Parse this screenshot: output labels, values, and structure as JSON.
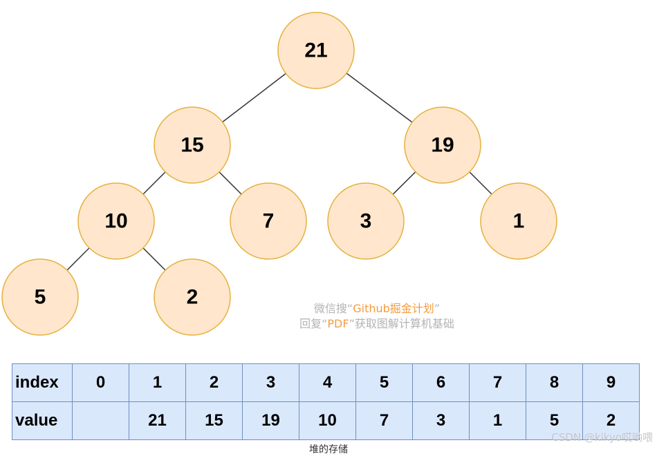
{
  "tree": {
    "nodes": [
      {
        "id": 1,
        "value": "21"
      },
      {
        "id": 2,
        "value": "15"
      },
      {
        "id": 3,
        "value": "19"
      },
      {
        "id": 4,
        "value": "10"
      },
      {
        "id": 5,
        "value": "7"
      },
      {
        "id": 6,
        "value": "3"
      },
      {
        "id": 7,
        "value": "1"
      },
      {
        "id": 8,
        "value": "5"
      },
      {
        "id": 9,
        "value": "2"
      }
    ],
    "edges": [
      [
        1,
        2
      ],
      [
        1,
        3
      ],
      [
        2,
        4
      ],
      [
        2,
        5
      ],
      [
        3,
        6
      ],
      [
        3,
        7
      ],
      [
        4,
        8
      ],
      [
        4,
        9
      ]
    ],
    "colors": {
      "fill": "#ffe6cc",
      "stroke": "#e5b03c",
      "edge": "#333333"
    }
  },
  "watermark": {
    "line1_prefix": "微信搜“",
    "line1_highlight": "Github掘金计划",
    "line1_suffix": "”",
    "line2_prefix": "回复“",
    "line2_highlight": "PDF",
    "line2_suffix": "”获取图解计算机基础"
  },
  "table": {
    "index_label": "index",
    "value_label": "value",
    "indices": [
      "0",
      "1",
      "2",
      "3",
      "4",
      "5",
      "6",
      "7",
      "8",
      "9"
    ],
    "values": [
      "",
      "21",
      "15",
      "19",
      "10",
      "7",
      "3",
      "1",
      "5",
      "2"
    ],
    "colors": {
      "fill": "#dae8fc",
      "border": "#6c8ebf"
    }
  },
  "caption": "堆的存储",
  "credit": "CSDN @kikyo哎哟喂"
}
